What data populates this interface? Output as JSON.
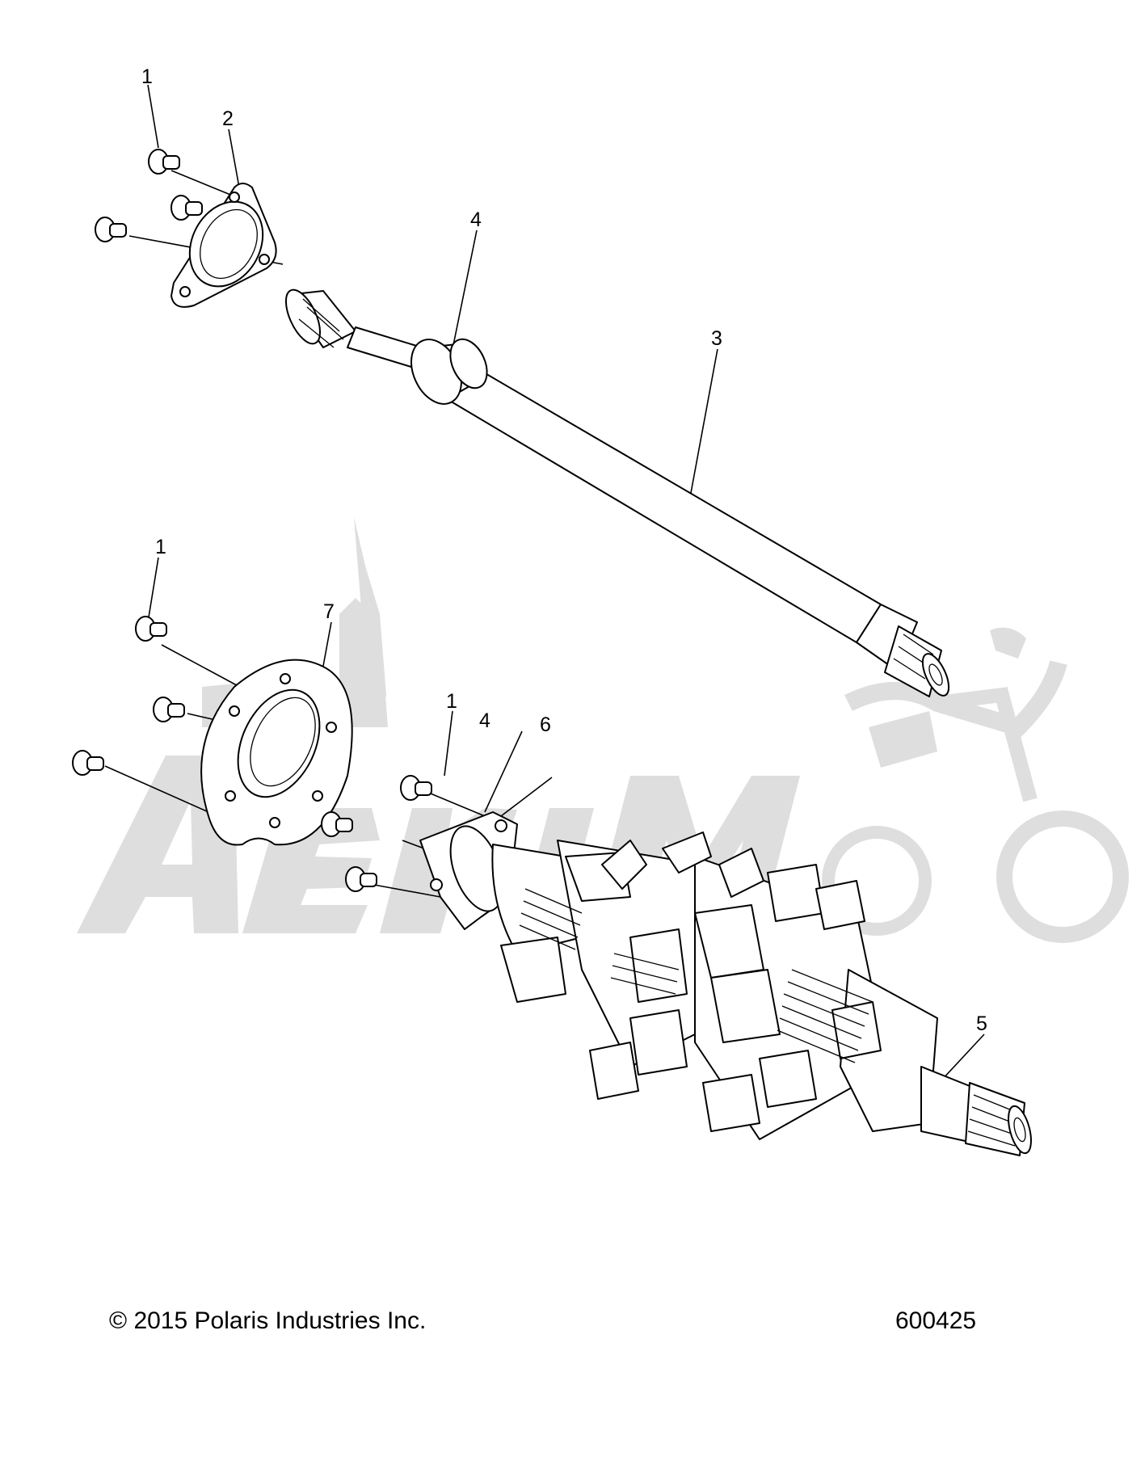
{
  "diagram": {
    "callouts": {
      "c1_top": "1",
      "c2": "2",
      "c4_top": "4",
      "c3": "3",
      "c1_mid": "1",
      "c7": "7",
      "c1_lower": "1",
      "c4_lower": "4",
      "c6": "6",
      "c5": "5"
    },
    "parts": [
      "bolt-icon",
      "bearing-flange-plate-icon",
      "output-shaft-icon",
      "bearing-ring-icon",
      "gear-shaft-assembly-icon",
      "bearing-flange-icon",
      "circular-flange-plate-icon"
    ],
    "watermark": {
      "text": "AeriMoto",
      "color": "#dedede"
    }
  },
  "footer": {
    "copyright": "© 2015 Polaris Industries Inc.",
    "diagram_id": "600425"
  }
}
